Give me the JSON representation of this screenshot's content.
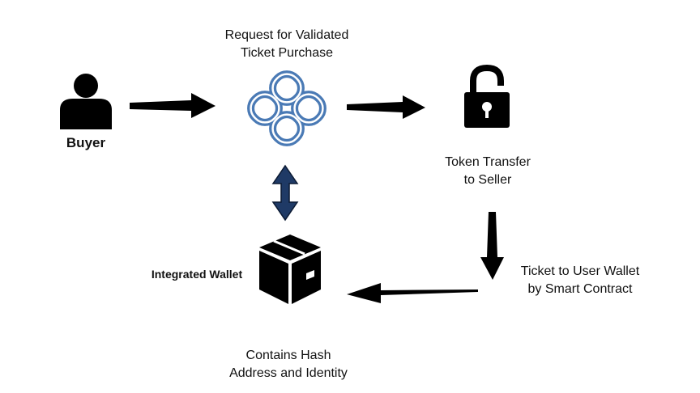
{
  "diagram": {
    "nodes": {
      "buyer": {
        "label": "Buyer",
        "icon": "person-icon"
      },
      "request": {
        "label_lines": [
          "Request for Validated",
          "Ticket Purchase"
        ],
        "icon": "celtic-knot-icon"
      },
      "token": {
        "label_lines": [
          "Token Transfer",
          "to Seller"
        ],
        "icon": "unlocked-padlock-icon"
      },
      "ticket": {
        "label_lines": [
          "Ticket to User Wallet",
          "by Smart Contract"
        ]
      },
      "wallet": {
        "label": "Integrated Wallet",
        "icon": "box-icon"
      },
      "hash": {
        "label_lines": [
          "Contains Hash",
          "Address and Identity"
        ]
      }
    },
    "edges": [
      {
        "from": "buyer",
        "to": "request",
        "direction": "right"
      },
      {
        "from": "request",
        "to": "token",
        "direction": "right"
      },
      {
        "from": "request",
        "to": "wallet",
        "direction": "bidirectional"
      },
      {
        "from": "token",
        "to": "ticket",
        "direction": "down"
      },
      {
        "from": "ticket",
        "to": "wallet",
        "direction": "left"
      }
    ],
    "colors": {
      "arrow": "#000000",
      "knot": "#4a7ab5",
      "double_arrow_fill": "#1f3a66"
    }
  }
}
